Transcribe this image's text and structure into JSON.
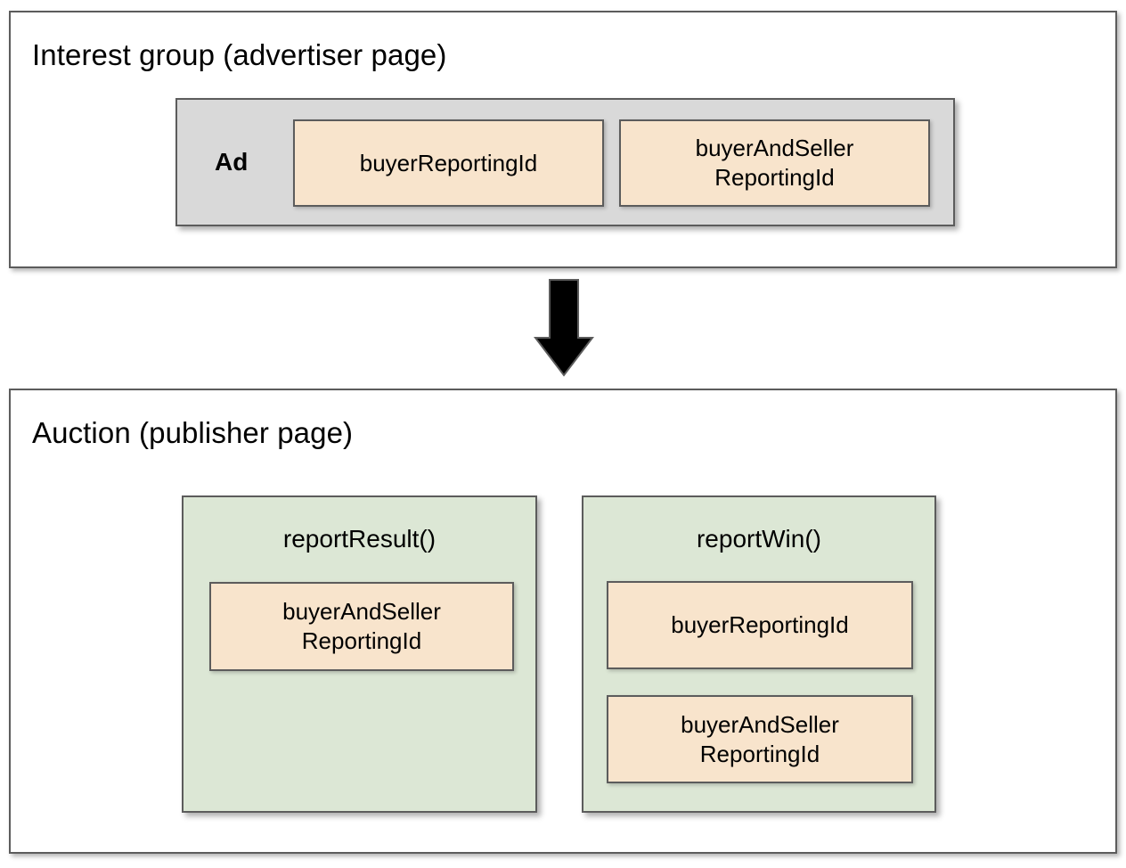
{
  "diagram": {
    "title_semantics": "protected-audience-reporting-ids-flow",
    "colors": {
      "peach_fill": "#F8E4CC",
      "grey_fill": "#D9D9D9",
      "green_fill": "#DCE7D5",
      "border": "#5C5C5C",
      "arrow": "#000000",
      "background": "#FFFFFF"
    },
    "sections": [
      {
        "id": "interest-group",
        "title": "Interest group (advertiser page)",
        "ad_container": {
          "label": "Ad",
          "fields": [
            {
              "label": "buyerReportingId"
            },
            {
              "label": "buyerAndSeller\nReportingId",
              "line1": "buyerAndSeller",
              "line2": "ReportingId"
            }
          ]
        }
      },
      {
        "id": "auction",
        "title": "Auction (publisher page)",
        "functions": [
          {
            "name": "reportResult()",
            "fields": [
              {
                "line1": "buyerAndSeller",
                "line2": "ReportingId"
              }
            ]
          },
          {
            "name": "reportWin()",
            "fields": [
              {
                "line1": "buyerReportingId",
                "line2": ""
              },
              {
                "line1": "buyerAndSeller",
                "line2": "ReportingId"
              }
            ]
          }
        ]
      }
    ],
    "connector": {
      "icon": "down-arrow-icon",
      "direction": "down",
      "from": "interest-group",
      "to": "auction"
    }
  }
}
